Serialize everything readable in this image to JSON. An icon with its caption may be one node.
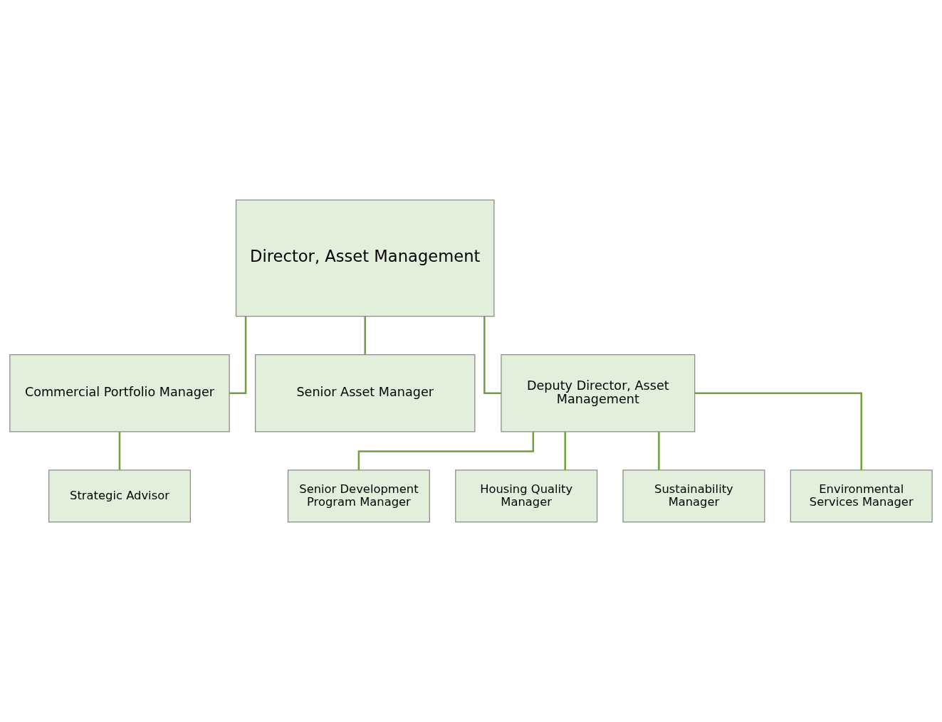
{
  "diagram": {
    "nodes": [
      {
        "text": [
          "Director, Asset Management"
        ]
      },
      {
        "text": [
          "Commercial Portfolio Manager"
        ]
      },
      {
        "text": [
          "Senior Asset Manager"
        ]
      },
      {
        "text": [
          "Deputy Director, Asset Management"
        ]
      },
      {
        "text": [
          "Strategic Advisor"
        ]
      },
      {
        "text": [
          "Senior Development Program Manager"
        ]
      },
      {
        "text": [
          "Housing Quality Manager"
        ]
      },
      {
        "text": [
          "Sustainability Manager"
        ]
      },
      {
        "text": [
          "Environmental Services Manager"
        ]
      }
    ],
    "edges": [
      {
        "from": 0,
        "to": 1,
        "arrow": "none"
      },
      {
        "from": 0,
        "to": 2,
        "arrow": "none"
      },
      {
        "from": 0,
        "to": 3,
        "arrow": "none"
      },
      {
        "from": 1,
        "to": 4,
        "arrow": "none"
      },
      {
        "from": 3,
        "to": 5,
        "arrow": "none"
      },
      {
        "from": 3,
        "to": 6,
        "arrow": "none"
      },
      {
        "from": 3,
        "to": 7,
        "arrow": "none"
      },
      {
        "from": 3,
        "to": 8,
        "arrow": "none"
      }
    ]
  }
}
